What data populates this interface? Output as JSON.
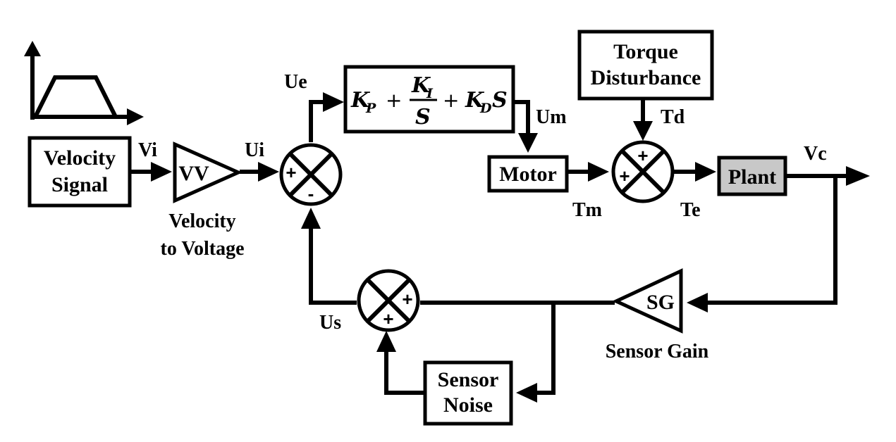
{
  "blocks": {
    "velocity_signal": [
      "Velocity",
      "Signal"
    ],
    "vv": "VV",
    "vv_caption": [
      "Velocity",
      "to Voltage"
    ],
    "pid": {
      "kp": "K",
      "kp_sub": "P",
      "plus1": "+",
      "ki": "K",
      "ki_sub": "I",
      "s_den": "S",
      "plus2": "+",
      "kd": "K",
      "kd_sub": "D",
      "kd_s": "S"
    },
    "motor": "Motor",
    "torque_disturbance": [
      "Torque",
      "Disturbance"
    ],
    "plant": "Plant",
    "sg": "SG",
    "sg_caption": "Sensor Gain",
    "sensor_noise": [
      "Sensor",
      "Noise"
    ]
  },
  "signals": {
    "vi": "Vi",
    "ui": "Ui",
    "ue": "Ue",
    "um": "Um",
    "td": "Td",
    "tm": "Tm",
    "te": "Te",
    "vc": "Vc",
    "us": "Us"
  },
  "summing_signs": {
    "sj1_left": "+",
    "sj1_bottom": "-",
    "sj2_top": "+",
    "sj2_left": "+",
    "sj3_right": "+",
    "sj3_bottom": "+"
  },
  "colors": {
    "line": "#000000",
    "plant_fill": "#c8c8c8"
  }
}
